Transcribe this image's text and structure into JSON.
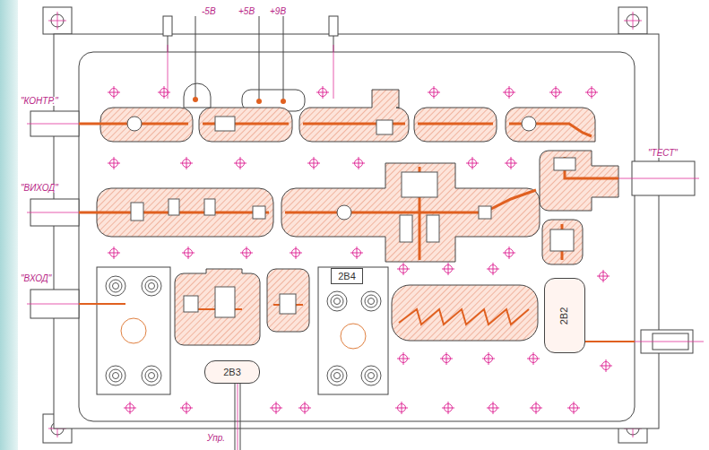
{
  "diagram": {
    "nodes": [
      {
        "text": [
          "2В4"
        ]
      },
      {
        "text": [
          "2В3"
        ]
      },
      {
        "text": [
          "2В2"
        ]
      }
    ],
    "labels": [
      "-5В",
      "+5В",
      "+9В",
      "\"КОНТР.\"",
      "\"ВИХОД\"",
      "\"ВХОД\"",
      "\"ТЕСТ\"",
      "Упр."
    ]
  }
}
